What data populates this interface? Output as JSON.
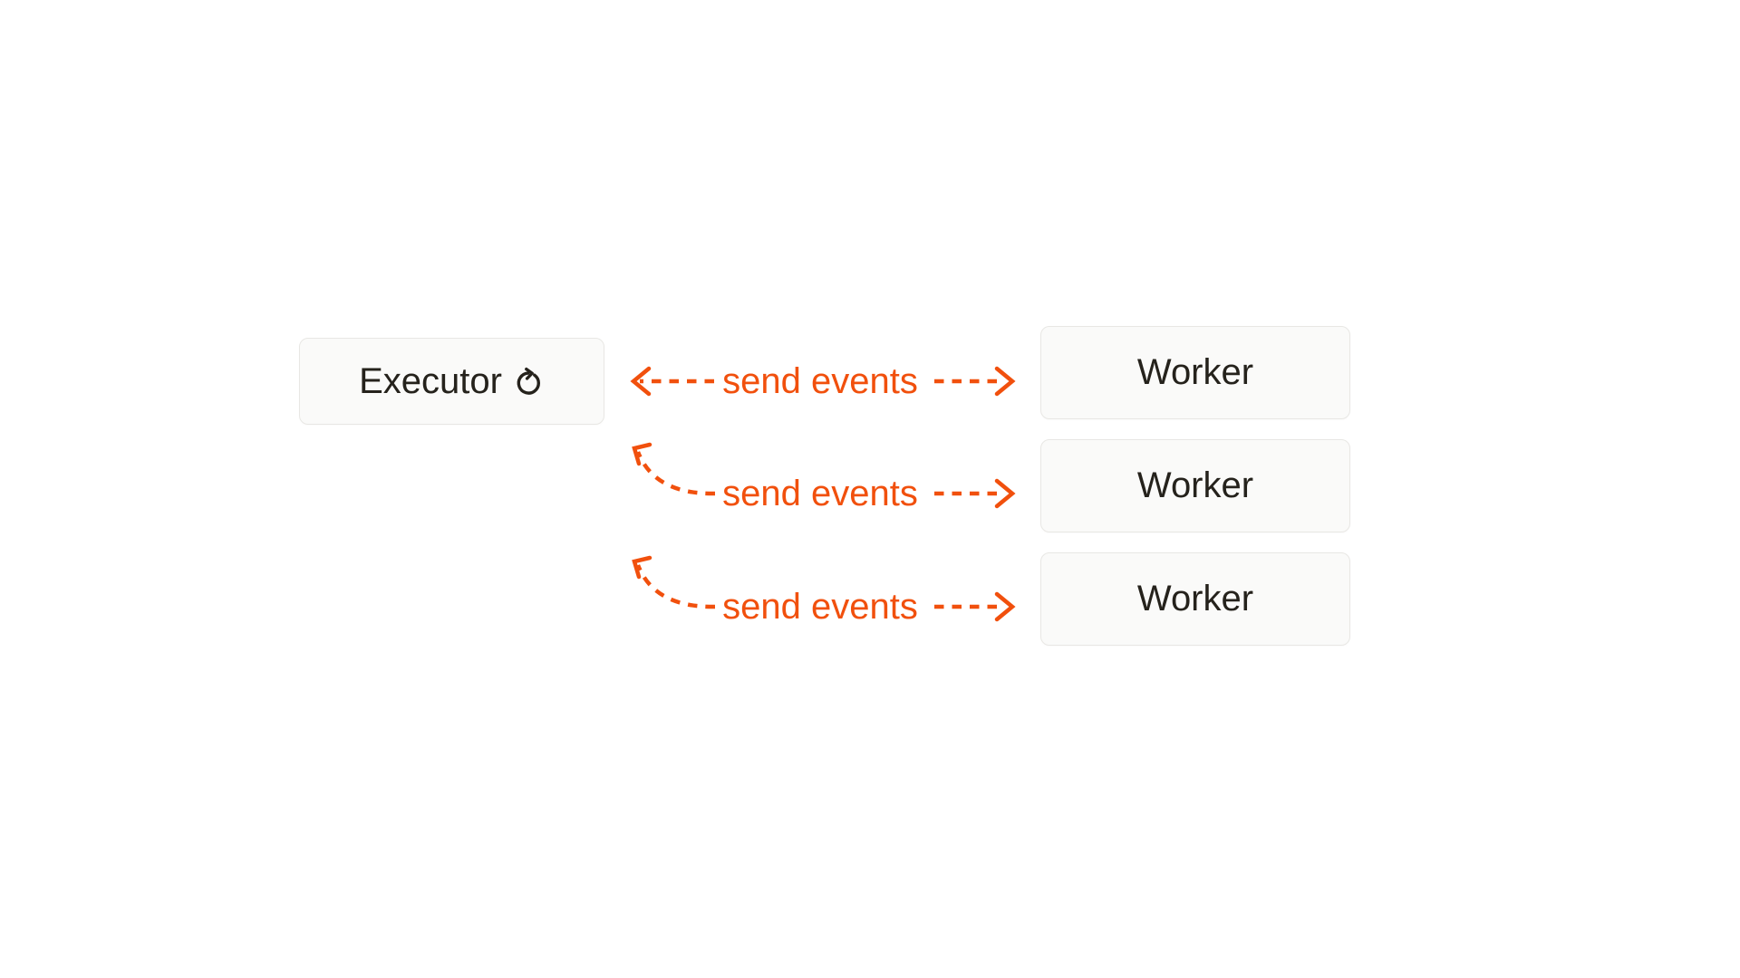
{
  "diagram": {
    "executor": {
      "label": "Executor",
      "icon": "refresh-icon"
    },
    "workers": [
      {
        "label": "Worker"
      },
      {
        "label": "Worker"
      },
      {
        "label": "Worker"
      }
    ],
    "edges": [
      {
        "label": "send events",
        "left_end": "arrow-to-executor",
        "right_end": "arrow-to-worker",
        "style": "dashed"
      },
      {
        "label": "send events",
        "left_end": "curved-arrow-up-to-executor",
        "right_end": "arrow-to-worker",
        "style": "dashed"
      },
      {
        "label": "send events",
        "left_end": "curved-arrow-up-to-executor",
        "right_end": "arrow-to-worker",
        "style": "dashed"
      }
    ],
    "colors": {
      "arrow": "#f1500d",
      "text": "#25221c",
      "box_bg": "#fafaf9",
      "box_border": "#e8e7e4",
      "canvas": "#ffffff"
    }
  }
}
